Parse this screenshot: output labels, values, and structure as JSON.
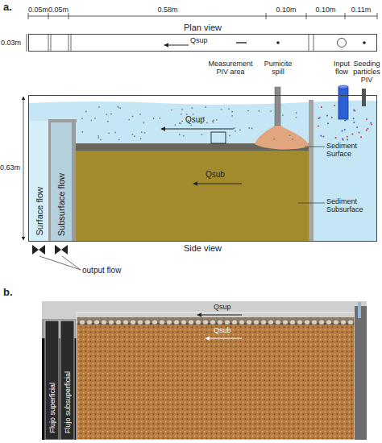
{
  "diagram": {
    "nodes": [
      {
        "text": [
          "Plan view"
        ]
      },
      {
        "text": [
          "Side view"
        ]
      },
      {
        "text": [
          "Surface flow"
        ],
        "in": 1
      },
      {
        "text": [
          "Subsurface flow"
        ],
        "in": 1
      },
      {
        "text": [
          "Flujo superficial"
        ]
      },
      {
        "text": [
          "Flujo subsuperficial"
        ]
      }
    ],
    "labels": [
      "a.",
      "0.05m",
      "0.05m",
      "0.58m",
      "0.10m",
      "0.10m",
      "0.11m",
      "0.03m",
      "Qsup",
      "Measurement PIV area",
      "Pumicite spill",
      "Input flow",
      "Seeding particles PIV",
      "Qsup",
      "Qsub",
      "0.63m",
      "Sediment Surface",
      "Sediment Subsurface",
      "output flow",
      "b.",
      "Qsup",
      "Qsub"
    ]
  }
}
